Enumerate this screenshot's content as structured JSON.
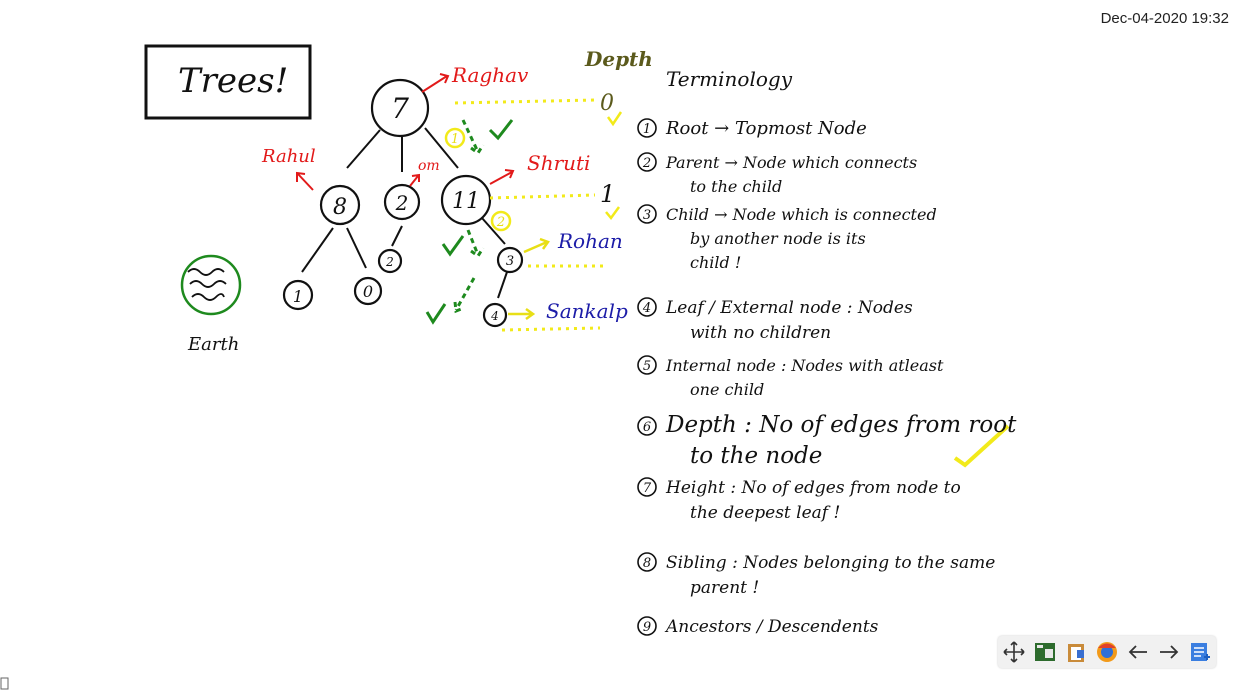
{
  "timestamp": "Dec-04-2020 19:32",
  "title_box": {
    "text": "Trees!"
  },
  "tree": {
    "nodes": {
      "n7": "7",
      "n8": "8",
      "n2": "2",
      "n11": "11",
      "n1": "1",
      "n0": "0",
      "n2b": "2",
      "n3": "3",
      "n4": "4"
    },
    "names": {
      "raghav": "Raghav",
      "rahul": "Rahul",
      "om": "om",
      "shruti": "Shruti",
      "rohan": "Rohan",
      "sankalp": "Sankalp"
    },
    "markers": {
      "m1": "1",
      "m2": "2"
    }
  },
  "earth_label": "Earth",
  "depth": {
    "heading": "Depth",
    "d0": "0",
    "d1": "1"
  },
  "terminology": {
    "heading": "Terminology",
    "items": [
      {
        "num": "1",
        "lines": [
          "Root → Topmost Node"
        ]
      },
      {
        "num": "2",
        "lines": [
          "Parent → Node which connects",
          "to the child"
        ]
      },
      {
        "num": "3",
        "lines": [
          "Child → Node which is connected",
          "by another node is its",
          "child !"
        ]
      },
      {
        "num": "4",
        "lines": [
          "Leaf / External node : Nodes",
          "with no children"
        ]
      },
      {
        "num": "5",
        "lines": [
          "Internal node : Nodes with atleast",
          "one child"
        ]
      },
      {
        "num": "6",
        "lines": [
          "Depth : No of edges from root",
          "to the node"
        ]
      },
      {
        "num": "7",
        "lines": [
          "Height : No of edges from node to",
          "the deepest leaf !"
        ]
      },
      {
        "num": "8",
        "lines": [
          "Sibling : Nodes belonging to the same",
          "parent !"
        ]
      },
      {
        "num": "9",
        "lines": [
          "Ancestors / Descendents"
        ]
      }
    ]
  },
  "toolbar": {
    "buttons": [
      "move-icon",
      "whiteboard-icon",
      "clipboard-icon",
      "browser-icon",
      "back-arrow-icon",
      "forward-arrow-icon",
      "notes-icon"
    ]
  },
  "colors": {
    "ink": "#111111",
    "red": "#e21a1a",
    "green": "#1e8a1e",
    "yellow": "#f2ea1a",
    "blue": "#1c1ca8",
    "olive": "#5b5a1c"
  }
}
